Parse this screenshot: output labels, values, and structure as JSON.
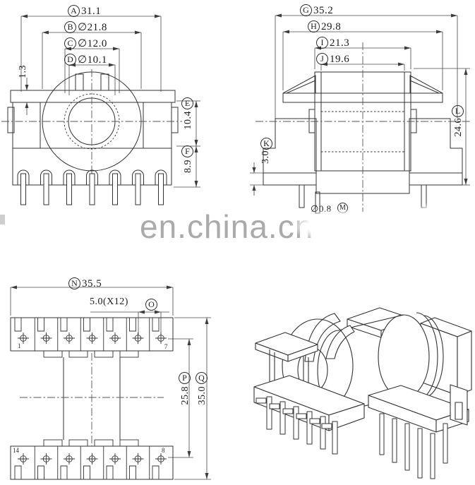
{
  "watermark": {
    "text": "en.china.cn"
  },
  "views": {
    "front": {
      "dim_a": {
        "label": "A",
        "value": "31.1"
      },
      "dim_b": {
        "label": "B",
        "value": "∅21.8"
      },
      "dim_c": {
        "label": "C",
        "value": "∅12.0"
      },
      "dim_d": {
        "label": "D",
        "value": "∅10.1"
      },
      "dim_flange": {
        "value": "1.3"
      },
      "dim_e": {
        "label": "E",
        "value": "10.4"
      },
      "dim_f": {
        "label": "F",
        "value": "8.9"
      }
    },
    "side": {
      "dim_g": {
        "label": "G",
        "value": "35.2"
      },
      "dim_h": {
        "label": "H",
        "value": "29.8"
      },
      "dim_i": {
        "label": "I",
        "value": "21.3"
      },
      "dim_j": {
        "label": "J",
        "value": "19.6"
      },
      "dim_k": {
        "label": "K",
        "value": "3.0"
      },
      "dim_l": {
        "label": "L",
        "value": "24.6"
      },
      "dim_m": {
        "label": "M",
        "value": "∅0.8"
      }
    },
    "top": {
      "dim_n": {
        "label": "N",
        "value": "35.5"
      },
      "dim_o": {
        "label": "O",
        "value": "5.0(X12)"
      },
      "dim_p": {
        "label": "P",
        "value": "25.8"
      },
      "dim_q": {
        "label": "Q",
        "value": "35.0"
      },
      "pins": {
        "first_top": "1",
        "last_top": "7",
        "first_bottom": "14",
        "last_bottom": "8"
      }
    }
  }
}
